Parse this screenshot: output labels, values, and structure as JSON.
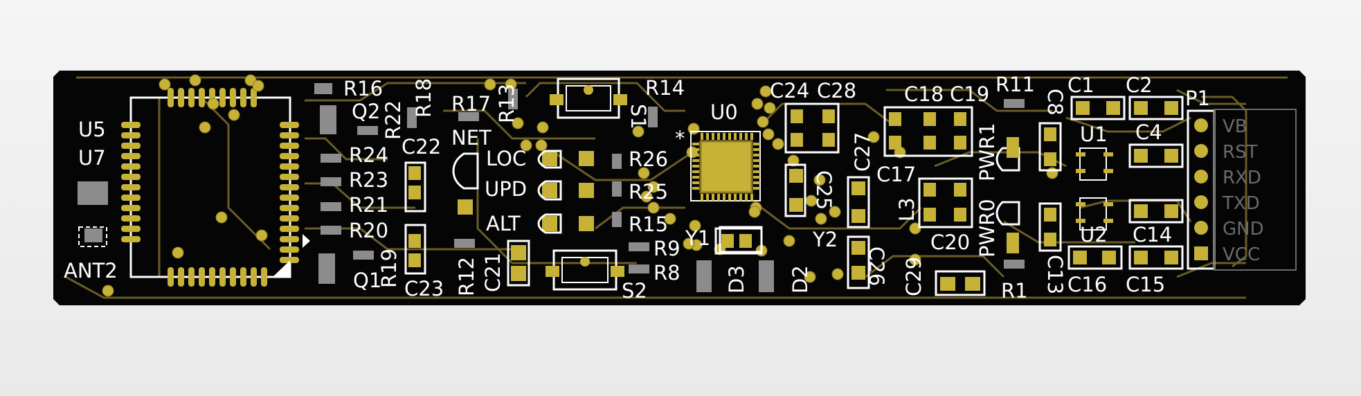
{
  "board": {
    "colors": {
      "board": "#050505",
      "copper": "#c7b238",
      "trace": "#6a5d28",
      "silk": "#ffffff",
      "gray_label": "#6b6b6b",
      "smd_body": "#8c8c8c"
    }
  },
  "labels": {
    "U5": "U5",
    "U7": "U7",
    "ANT2": "ANT2",
    "R16": "R16",
    "Q2": "Q2",
    "R22": "R22",
    "R18": "R18",
    "R17": "R17",
    "R13": "R13",
    "R24": "R24",
    "R23": "R23",
    "R21": "R21",
    "R20": "R20",
    "R19": "R19",
    "Q1": "Q1",
    "C22": "C22",
    "C23": "C23",
    "NET": "NET",
    "LOC": "LOC",
    "UPD": "UPD",
    "ALT": "ALT",
    "R12": "R12",
    "C21": "C21",
    "R14": "R14",
    "S1": "S1",
    "S2": "S2",
    "R26": "R26",
    "R25": "R25",
    "R15": "R15",
    "R9": "R9",
    "R8": "R8",
    "U0": "U0",
    "Y1": "Y1",
    "D3": "D3",
    "D2": "D2",
    "Y2": "Y2",
    "C24": "C24",
    "C28": "C28",
    "C27": "C27",
    "C25": "C25",
    "C26": "C26",
    "C29": "C29",
    "C18": "C18",
    "C19": "C19",
    "C17": "C17",
    "L3": "L3",
    "C20": "C20",
    "PWR1": "PWR1",
    "PWR0": "PWR0",
    "R11": "R11",
    "R1": "R1",
    "C8": "C8",
    "C13": "C13",
    "C1": "C1",
    "C2": "C2",
    "C4": "C4",
    "U1": "U1",
    "U2": "U2",
    "C14": "C14",
    "C16": "C16",
    "C15": "C15",
    "P1": "P1"
  },
  "header_pins": [
    "VB",
    "RST",
    "RXD",
    "TXD",
    "GND",
    "VCC"
  ]
}
